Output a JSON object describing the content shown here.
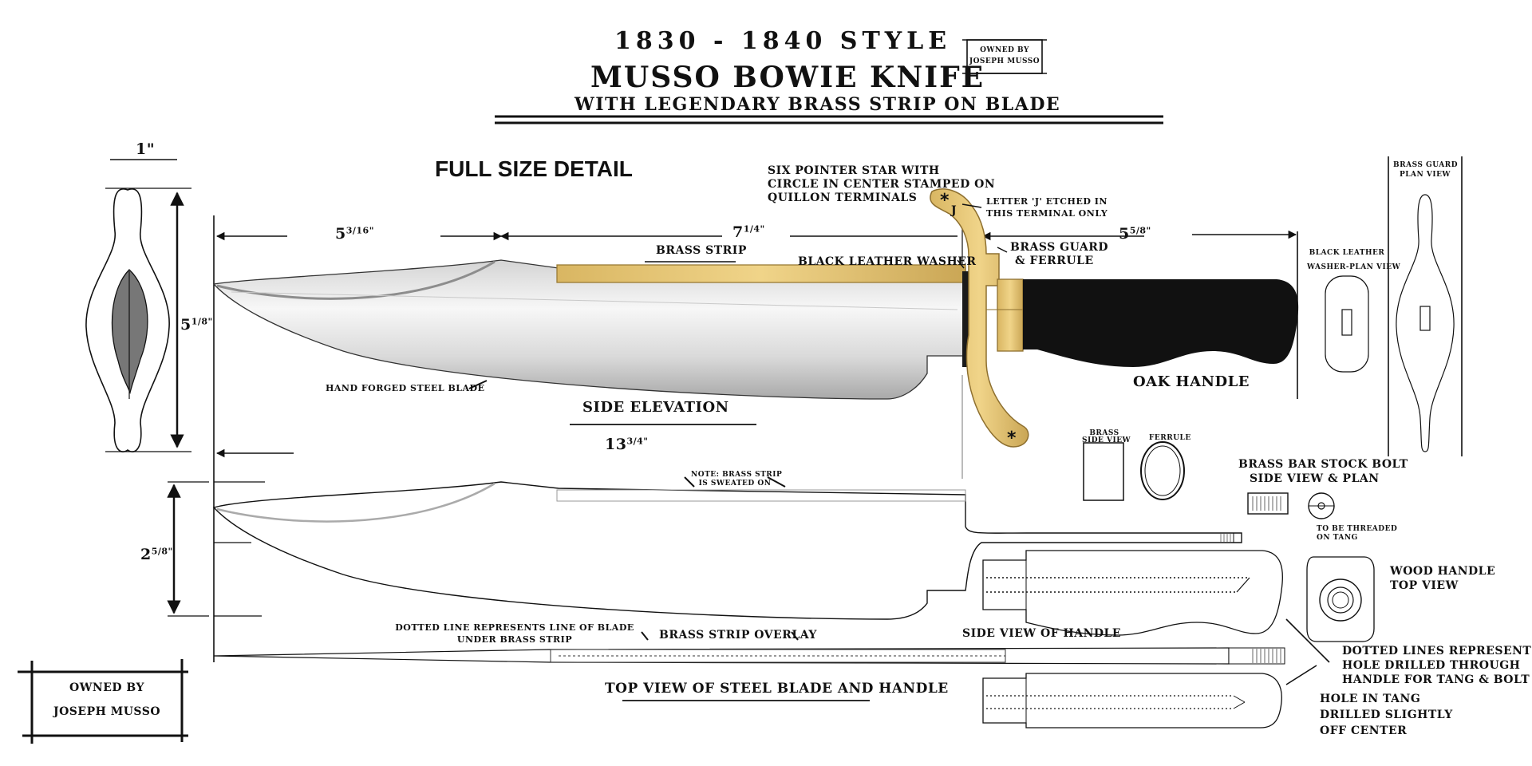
{
  "header": {
    "line1": "1830 - 1840 STYLE",
    "line2": "MUSSO BOWIE KNIFE",
    "line3": "WITH LEGENDARY BRASS STRIP ON BLADE",
    "owner_badge_line1": "OWNED BY",
    "owner_badge_line2": "JOSEPH MUSSO"
  },
  "labels": {
    "full_size_detail": "FULL SIZE DETAIL",
    "star_note_1": "SIX POINTER STAR WITH",
    "star_note_2": "CIRCLE IN CENTER STAMPED ON",
    "star_note_3": "QUILLON TERMINALS",
    "letter_j_1": "LETTER 'J' ETCHED IN",
    "letter_j_2": "THIS TERMINAL ONLY",
    "brass_strip": "BRASS STRIP",
    "black_leather_washer": "BLACK LEATHER WASHER",
    "brass_guard_1": "BRASS GUARD",
    "brass_guard_2": "& FERRULE",
    "oak_handle": "OAK HANDLE",
    "hand_forged": "HAND FORGED STEEL BLADE",
    "side_elevation": "SIDE ELEVATION",
    "note_brass_1": "NOTE: BRASS STRIP",
    "note_brass_2": "IS SWEATED ON",
    "brass_side_view_1": "BRASS",
    "brass_side_view_2": "SIDE VIEW",
    "ferrule": "FERRULE",
    "bolt_1": "BRASS BAR STOCK BOLT",
    "bolt_2": "SIDE VIEW & PLAN",
    "threaded_1": "TO BE THREADED",
    "threaded_2": "ON TANG",
    "washer_plan_1": "BLACK LEATHER",
    "washer_plan_2": "WASHER-PLAN VIEW",
    "guard_plan_1": "BRASS GUARD",
    "guard_plan_2": "PLAN VIEW",
    "wood_handle_1": "WOOD HANDLE",
    "wood_handle_2": "TOP VIEW",
    "side_view_handle": "SIDE VIEW OF HANDLE",
    "dotted_line_1": "DOTTED LINE REPRESENTS LINE OF BLADE",
    "dotted_line_2": "UNDER BRASS STRIP",
    "brass_strip_overlay": "BRASS STRIP OVERLAY",
    "top_view": "TOP VIEW OF STEEL BLADE AND HANDLE",
    "dotted_lines_rep_1": "DOTTED LINES REPRESENT",
    "dotted_lines_rep_2": "HOLE DRILLED THROUGH",
    "dotted_lines_rep_3": "HANDLE FOR TANG & BOLT",
    "hole_tang_1": "HOLE IN TANG",
    "hole_tang_2": "DRILLED SLIGHTLY",
    "hole_tang_3": "OFF CENTER",
    "owner_bottom_1": "OWNED BY",
    "owner_bottom_2": "JOSEPH MUSSO"
  },
  "dimensions": {
    "guard_width": "1\"",
    "guard_height_whole": "5",
    "guard_height_frac": "1/8\"",
    "blade_clip_whole": "5",
    "blade_clip_frac": "3/16\"",
    "blade_length_whole": "7",
    "blade_length_frac": "1/4\"",
    "handle_length_whole": "5",
    "handle_length_frac": "5/8\"",
    "overall_whole": "13",
    "overall_frac": "3/4\"",
    "blade_width_whole": "2",
    "blade_width_frac": "5/8\""
  },
  "colors": {
    "brass": "#e3c271",
    "brass_dark": "#b8974a",
    "steel_light": "#f4f4f4",
    "steel_dark": "#b9b9b9",
    "handle": "#111111",
    "ink": "#111111"
  }
}
